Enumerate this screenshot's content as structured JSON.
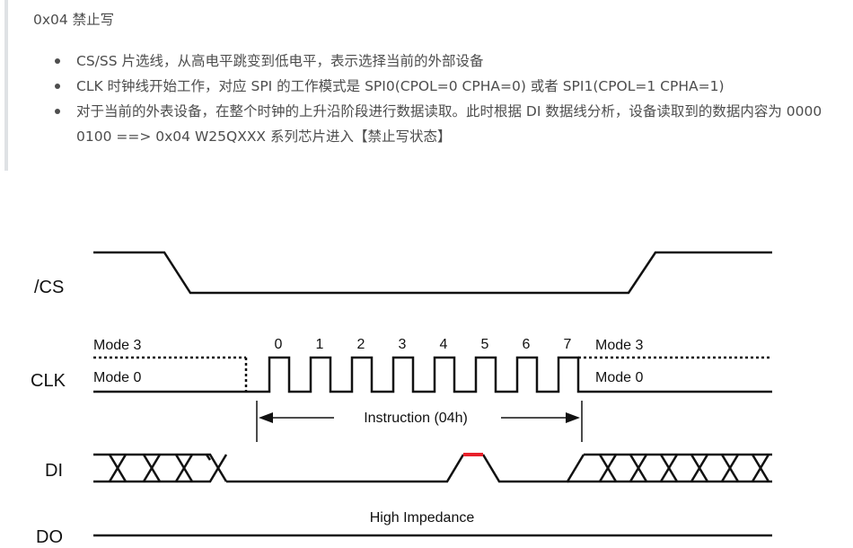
{
  "heading": "0x04 禁止写",
  "items": [
    "CS/SS 片选线，从高电平跳变到低电平，表示选择当前的外部设备",
    "CLK 时钟线开始工作，对应 SPI 的工作模式是 SPI0(CPOL=0 CPHA=0) 或者 SPI1(CPOL=1 CPHA=1)",
    "对于当前的外表设备，在整个时钟的上升沿阶段进行数据读取。此时根据 DI 数据线分析，设备读取到的数据内容为 0000 0100 ==> 0x04 W25QXXX 系列芯片进入【禁止写状态】"
  ],
  "diagram": {
    "signals": {
      "cs": "/CS",
      "clk": "CLK",
      "di": "DI",
      "do": "DO"
    },
    "mode3_left": "Mode 3",
    "mode0_left": "Mode 0",
    "mode3_right": "Mode 3",
    "mode0_right": "Mode 0",
    "bit_indices": [
      "0",
      "1",
      "2",
      "3",
      "4",
      "5",
      "6",
      "7"
    ],
    "instruction_label": "Instruction (04h)",
    "do_label": "High Impedance",
    "di_bits": [
      0,
      0,
      0,
      0,
      0,
      1,
      0,
      0
    ],
    "colors": {
      "line": "#111111",
      "highlight": "#e8202a"
    }
  }
}
